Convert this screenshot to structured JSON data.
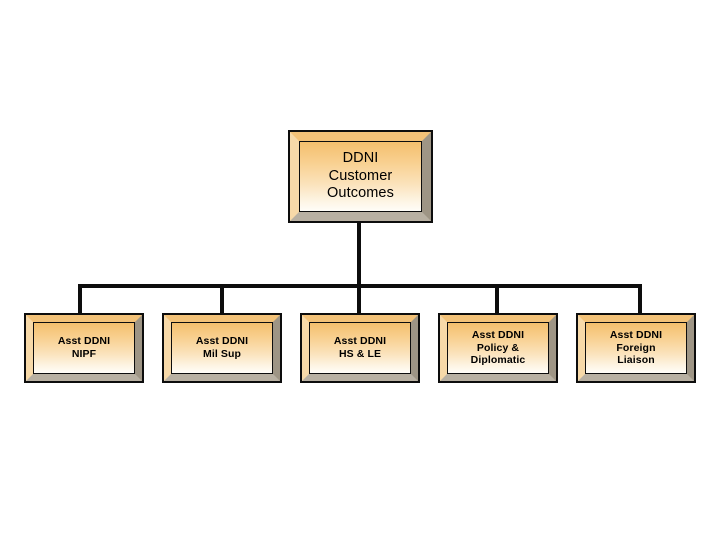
{
  "diagram": {
    "type": "organization-chart",
    "background_color": "#ffffff",
    "palette": {
      "box_fill_top": "#f4bf6d",
      "box_fill_bottom": "#fffdf8",
      "bevel_top": "#f3c278",
      "bevel_left": "#f7d9a8",
      "bevel_right": "#9e9585",
      "bevel_bottom": "#b8b0a2",
      "outline": "#0d0d0d",
      "connector": "#0d0d0d",
      "text": "#000000"
    },
    "root": {
      "label": "DDNI\nCustomer\nOutcomes",
      "line1": "DDNI",
      "line2": "Customer",
      "line3": "Outcomes"
    },
    "children": [
      {
        "label": "Asst DDNI\nNIPF",
        "line1": "Asst DDNI",
        "line2": "NIPF",
        "line3": ""
      },
      {
        "label": "Asst DDNI\nMil Sup",
        "line1": "Asst DDNI",
        "line2": "Mil Sup",
        "line3": ""
      },
      {
        "label": "Asst DDNI\nHS & LE",
        "line1": "Asst DDNI",
        "line2": "HS & LE",
        "line3": ""
      },
      {
        "label": "Asst DDNI\nPolicy &\nDiplomatic",
        "line1": "Asst DDNI",
        "line2": "Policy &",
        "line3": "Diplomatic"
      },
      {
        "label": "Asst DDNI\nForeign\nLiaison",
        "line1": "Asst DDNI",
        "line2": "Foreign",
        "line3": "Liaison"
      }
    ]
  }
}
